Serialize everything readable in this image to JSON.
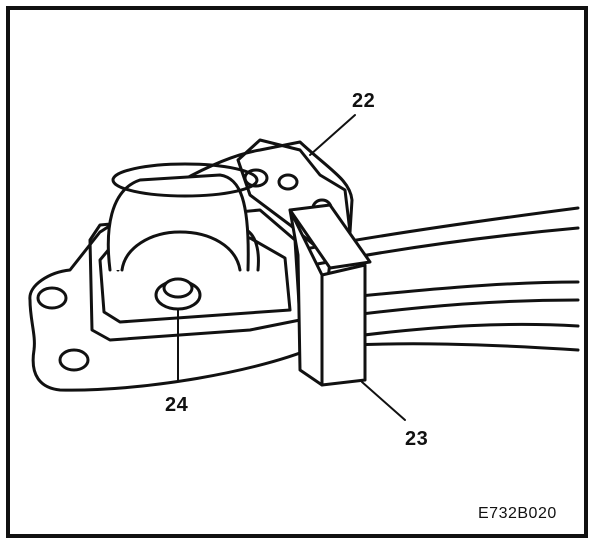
{
  "callouts": {
    "c22": "22",
    "c23": "23",
    "c24": "24"
  },
  "figure_code": "E732B020",
  "colors": {
    "ink": "#111111",
    "paper": "#ffffff"
  }
}
